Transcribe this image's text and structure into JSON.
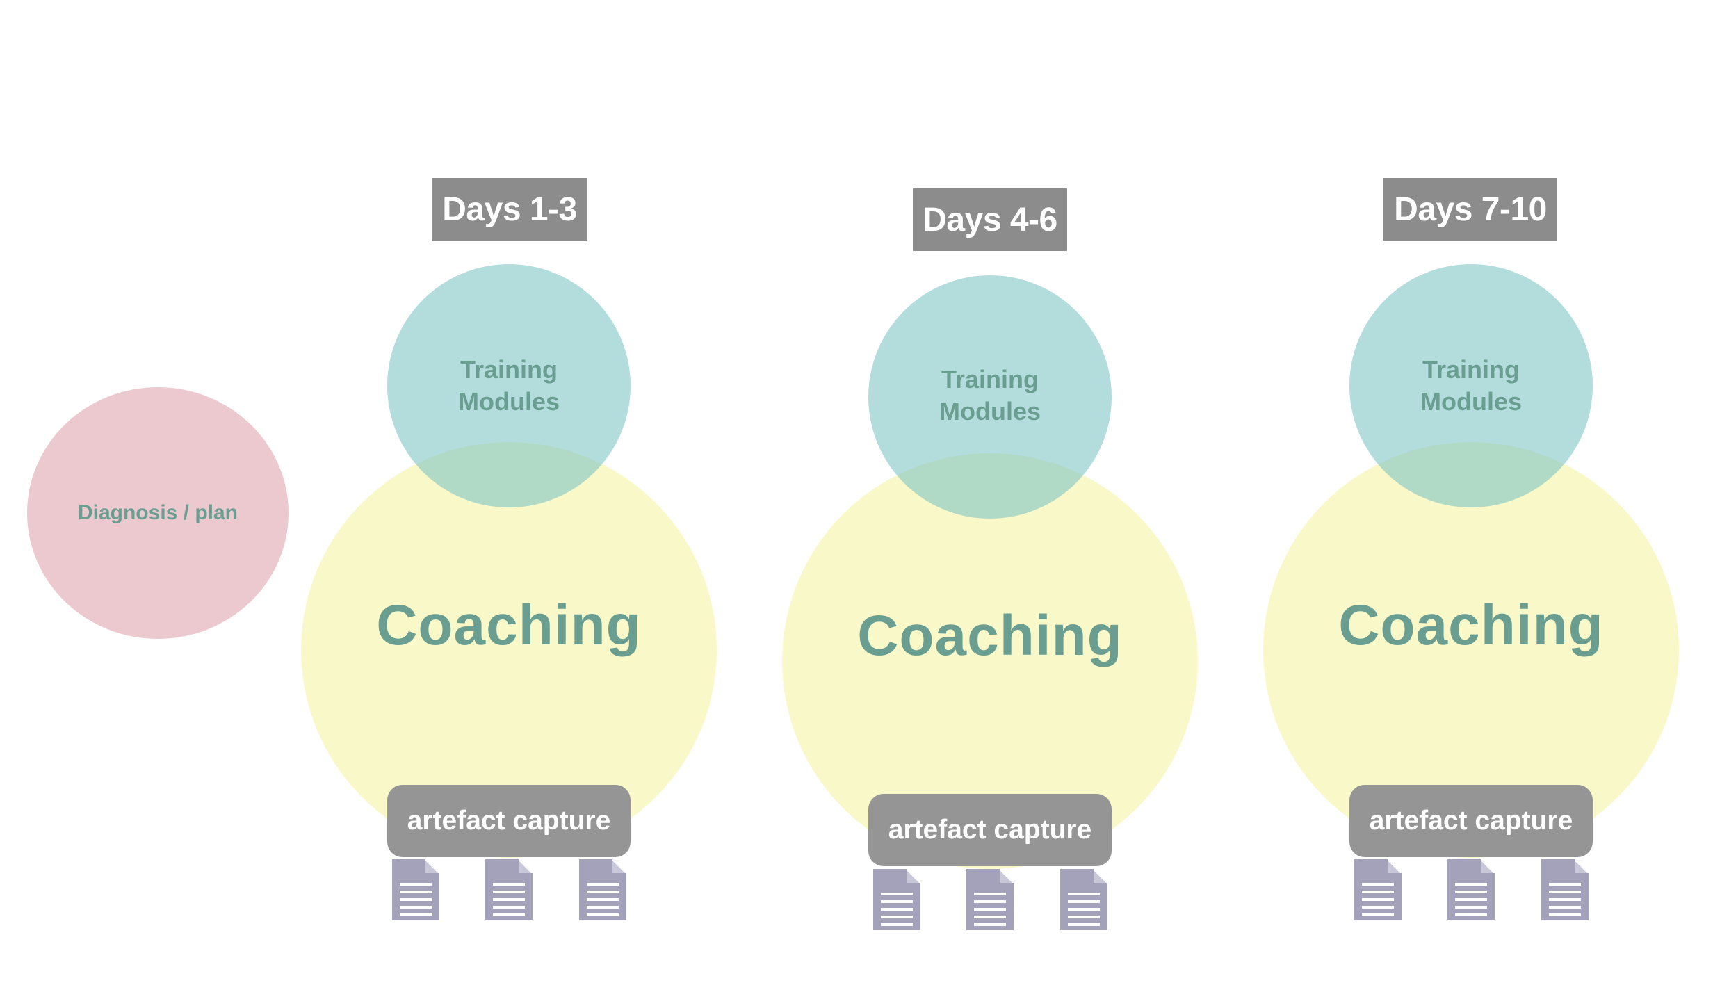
{
  "colors": {
    "diagnosis_circle": "#e2aab6",
    "coaching_circle": "#f3f3a6",
    "training_circle": "#80c4c4",
    "label_text": "#6a9e91",
    "days_box": "#8c8c8c",
    "artefact_box": "#959595",
    "document_icon": "#a4a2bb"
  },
  "diagnosis": {
    "label": "Diagnosis / plan"
  },
  "phases": [
    {
      "days": "Days 1-3",
      "training": "Training\nModules",
      "coaching": "Coaching",
      "artefact": "artefact capture",
      "documents": [
        "document-icon",
        "document-icon",
        "document-icon"
      ]
    },
    {
      "days": "Days 4-6",
      "training": "Training\nModules",
      "coaching": "Coaching",
      "artefact": "artefact capture",
      "documents": [
        "document-icon",
        "document-icon",
        "document-icon"
      ]
    },
    {
      "days": "Days 7-10",
      "training": "Training\nModules",
      "coaching": "Coaching",
      "artefact": "artefact capture",
      "documents": [
        "document-icon",
        "document-icon",
        "document-icon"
      ]
    }
  ]
}
